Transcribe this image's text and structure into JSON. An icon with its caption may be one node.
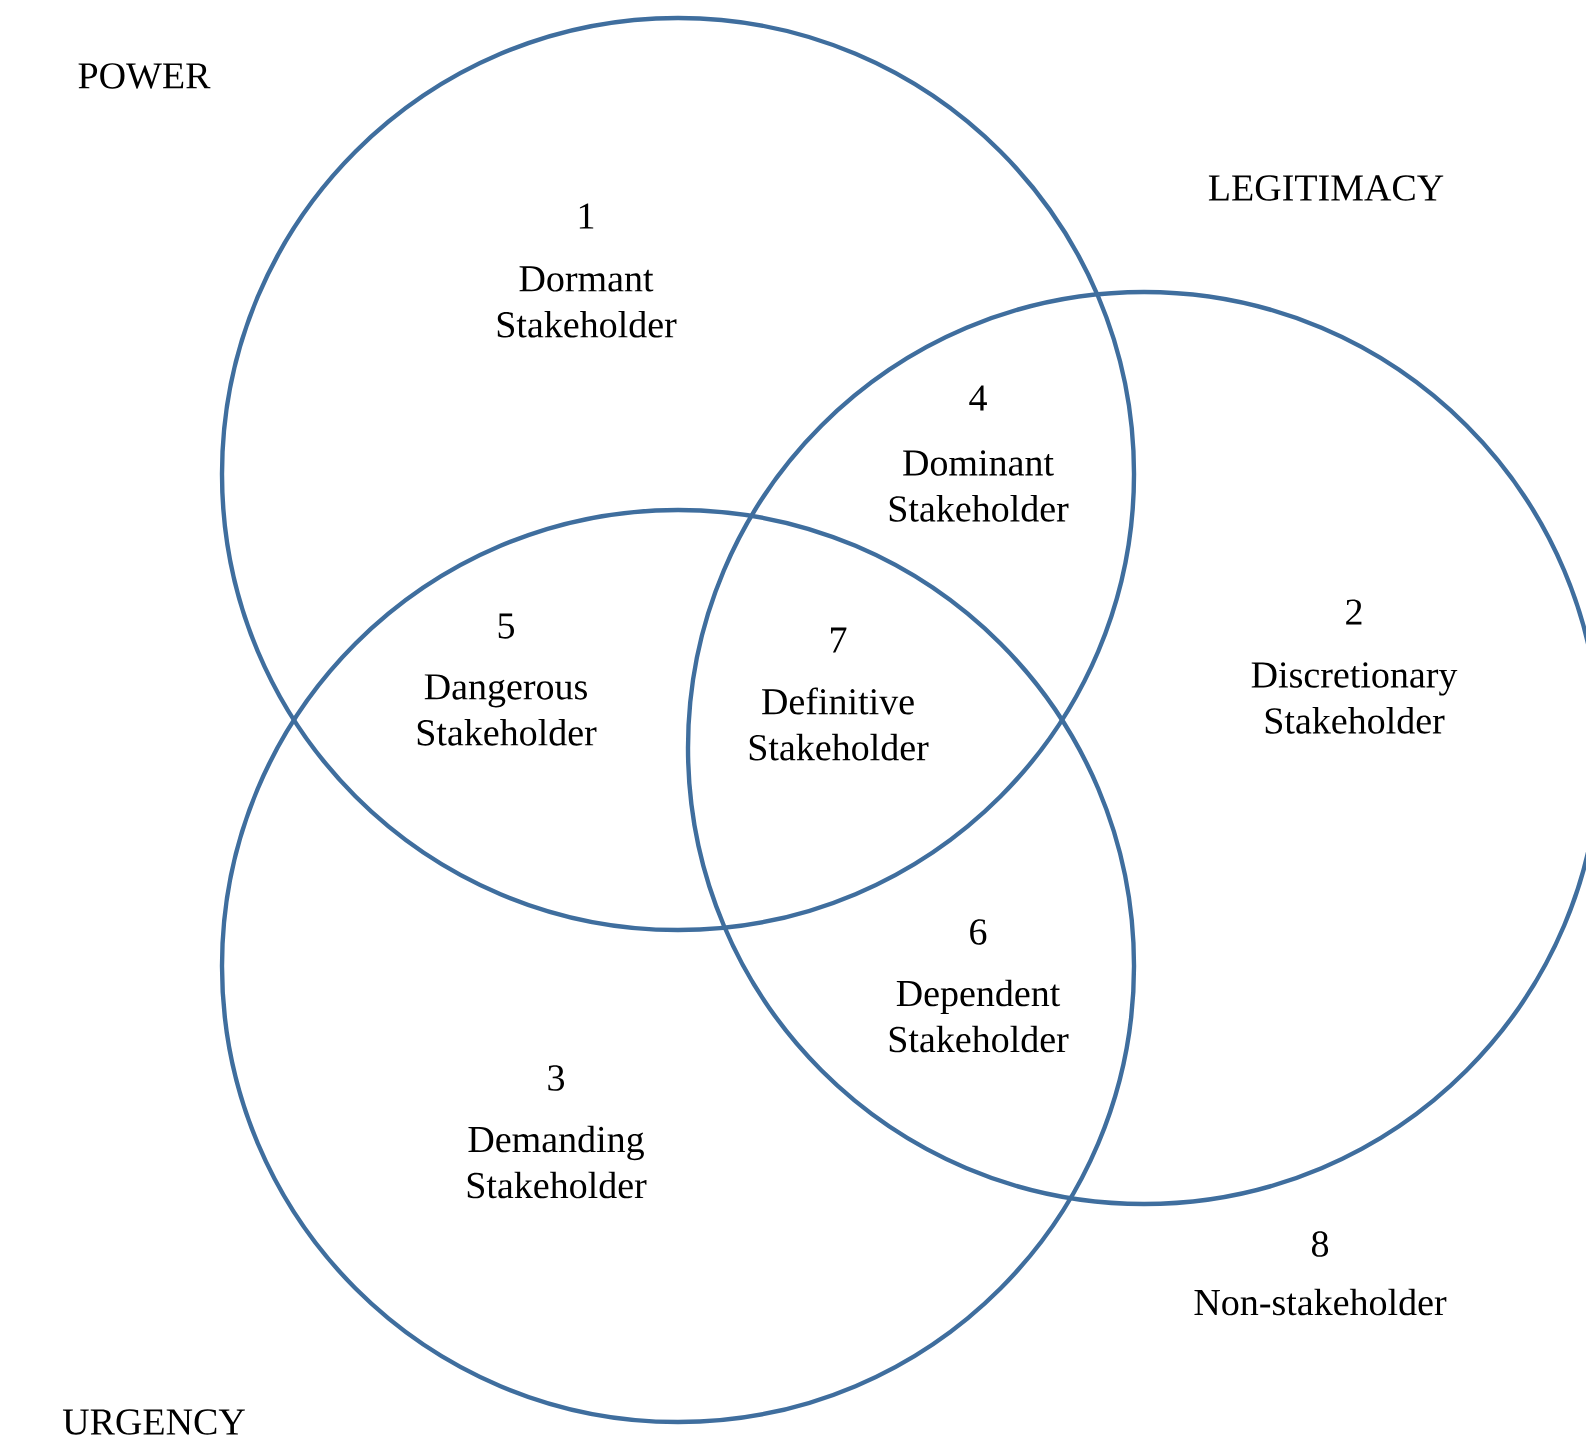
{
  "diagram": {
    "nodes": [
      {
        "text": [
          "POWER"
        ]
      },
      {
        "text": [
          "LEGITIMACY"
        ]
      },
      {
        "text": [
          "URGENCY"
        ]
      }
    ],
    "labels": [
      "1",
      "Dormant Stakeholder",
      "4",
      "Dominant Stakeholder",
      "2",
      "Discretionary Stakeholder",
      "5",
      "Dangerous Stakeholder",
      "7",
      "Definitive Stakeholder",
      "6",
      "Dependent Stakeholder",
      "3",
      "Demanding Stakeholder",
      "8",
      "Non-stakeholder"
    ]
  }
}
